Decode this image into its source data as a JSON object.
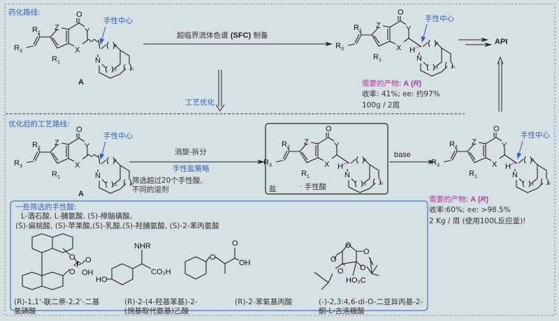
{
  "colors": {
    "background": "#d5e1e5",
    "label_blue": "#3a5fb0",
    "highlight_magenta": "#b03a97",
    "box_blue": "#4a78c0"
  },
  "sections": {
    "medchem_route": "药化路线:",
    "optimized_route": "优化后的工艺路线:"
  },
  "chiral_center_label": "手性中心",
  "compound_label": "A",
  "core": {
    "O": "O",
    "Z": "Z",
    "Y": "Y",
    "X": "X",
    "R1": "R",
    "R2": "R",
    "R3": "R",
    "N": "N",
    "H": "H",
    "o": "o",
    "m": "m",
    "n": "n",
    "sub1": "1",
    "sub2": "2",
    "sub3": "3"
  },
  "top_arrow_label": {
    "cn1": "超临界流体色谱 ",
    "bold": "(SFC)",
    "cn2": " 制备"
  },
  "process_opt_label": "工艺优化",
  "api_label": "API",
  "medchem_result": {
    "product_prefix": "需要的产物",
    "product": "A (",
    "product_r": "R",
    "product_end": ")",
    "yield": "收率: 41%; ee: 约97%",
    "throughput": "100g / 2周"
  },
  "resolution": {
    "label1": "消旋-拆分",
    "label2": "手性盐策略",
    "note1": "筛选超过20个手性酸,",
    "note2": "不同的溶剂"
  },
  "salt_box": {
    "salt": "盐",
    "chiral_acid": "· 手性酸"
  },
  "base_label": "base",
  "process_result": {
    "product_prefix": "需要的产物",
    "product": "A (",
    "product_r": "R",
    "product_end": ")",
    "yield": "收率:60%; ee: >98.5%",
    "throughput": "2 Kg / 周 (使用100L反应釜)!"
  },
  "acids_box": {
    "title": "一些筛选的手性酸:",
    "line1": "L-酒石酸, L-脯氨酸, (S)-樟脑磺酸,",
    "line2": "(S)-扁桃酸, (S)-苹果酸,(S)-乳酸,(S)-羟脯氨酸, (S)-2-苯丙氨酸",
    "acids": [
      {
        "name1": "(R)-1,1'-联二萘-2,2'-二基",
        "name2": "氢磷酸",
        "atoms": {
          "O1": "O",
          "O2": "O",
          "P": "P",
          "O3": "O",
          "OH": "OH"
        }
      },
      {
        "name1": "(R)-2-(4-羟基苯基)-2-",
        "name2": "(烷基取代氨基)乙酸",
        "atoms": {
          "NHR": "NHR",
          "CO2H": "CO₂H",
          "HO": "HO"
        }
      },
      {
        "name1": "(R)-2-苯氧基丙酸",
        "name2": "",
        "atoms": {
          "O": "O",
          "Oc": "O",
          "OH": "OH"
        }
      },
      {
        "name1": "(-)-2,3:4,6-di-O-二亚异丙基-2-",
        "name2": "酮-L-古洛糖酸",
        "atoms": {
          "O1": "O",
          "O2": "O",
          "O3": "O",
          "O4": "O",
          "O5": "O",
          "CO2H": "HO₂C"
        }
      }
    ]
  }
}
